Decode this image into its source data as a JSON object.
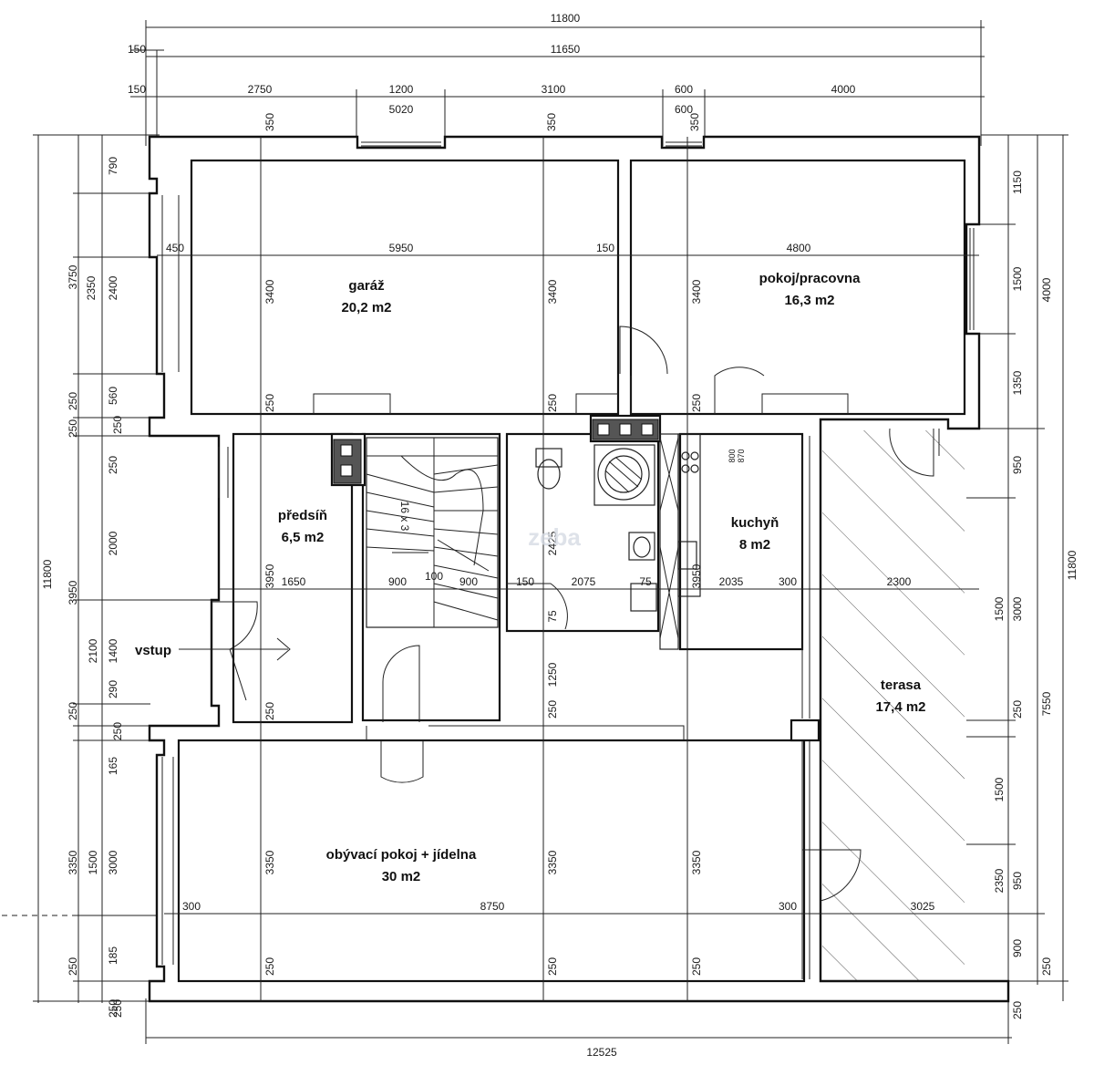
{
  "plan": {
    "rooms": [
      {
        "name": "garáž",
        "area": "20,2 m2"
      },
      {
        "name": "pokoj/pracovna",
        "area": "16,3 m2"
      },
      {
        "name": "předsíň",
        "area": "6,5 m2"
      },
      {
        "name": "kuchyň",
        "area": "8 m2"
      },
      {
        "name": "terasa",
        "area": "17,4 m2"
      },
      {
        "name": "obývací pokoj + jídelna",
        "area": "30 m2"
      }
    ],
    "entrance_label": "vstup",
    "stair_label": "16 x 3",
    "watermark": "zeba",
    "dims": {
      "top_total": "11800",
      "top_inner": "11650",
      "top_150a": "150",
      "top_150b": "150",
      "top_2750": "2750",
      "top_1200": "1200",
      "top_3100": "3100",
      "top_600a": "600",
      "top_4000": "4000",
      "top_5020": "5020",
      "top_600b": "600",
      "top_350a": "350",
      "top_350b": "350",
      "top_350c": "350",
      "bottom_total": "12525",
      "garage_width": "5950",
      "garage_450": "450",
      "garage_150": "150",
      "office_width": "4800",
      "hall_1650": "1650",
      "stair_900a": "900",
      "stair_100": "100",
      "stair_900b": "900",
      "bath_150": "150",
      "bath_2075": "2075",
      "bath_75": "75",
      "kitchen_2035": "2035",
      "kitchen_300": "300",
      "terrace_2300": "2300",
      "bath_2425": "2425",
      "bath_75b": "75",
      "kitchen_3950": "3950",
      "hall_3950": "3950",
      "living_300a": "300",
      "living_8750": "8750",
      "living_300b": "300",
      "terrace_3025": "3025",
      "h3400a": "3400",
      "h3400b": "3400",
      "h3400c": "3400",
      "h3350a": "3350",
      "h3350b": "3350",
      "h3350c": "3350",
      "h250a": "250",
      "h250b": "250",
      "h250c": "250",
      "h250d": "250",
      "h250e": "250",
      "h250f": "250",
      "h250g": "250",
      "h250h": "250",
      "h1250": "1250",
      "left_790": "790",
      "left_2400": "2400",
      "left_560": "560",
      "left_250a": "250",
      "left_250b": "250",
      "left_2000": "2000",
      "left_1400": "1400",
      "left_290": "290",
      "left_250c": "250",
      "left_165": "165",
      "left_1500": "1500",
      "left_185": "185",
      "left_250d": "250",
      "left2_2350": "2350",
      "left2_250a": "250",
      "left2_250b": "250",
      "left2_3950": "3950",
      "left2_2100": "2100",
      "left2_250c": "250",
      "left2_250d": "250",
      "left2_3000": "3000",
      "left2_250e": "250",
      "left3_3750": "3750",
      "left3_11800": "11800",
      "left3_3350": "3350",
      "right_1150": "1150",
      "right_1500a": "1500",
      "right_1350": "1350",
      "right_950": "950",
      "right_1500b": "1500",
      "right_250a": "250",
      "right_1500c": "1500",
      "right_950b": "950",
      "right_900": "900",
      "right_250b": "250",
      "right2_4000": "4000",
      "right2_3000": "3000",
      "right2_2350": "2350",
      "right3_11800": "11800",
      "right3_7550": "7550",
      "right3_250": "250",
      "door_870": "870",
      "door_800": "800"
    }
  }
}
